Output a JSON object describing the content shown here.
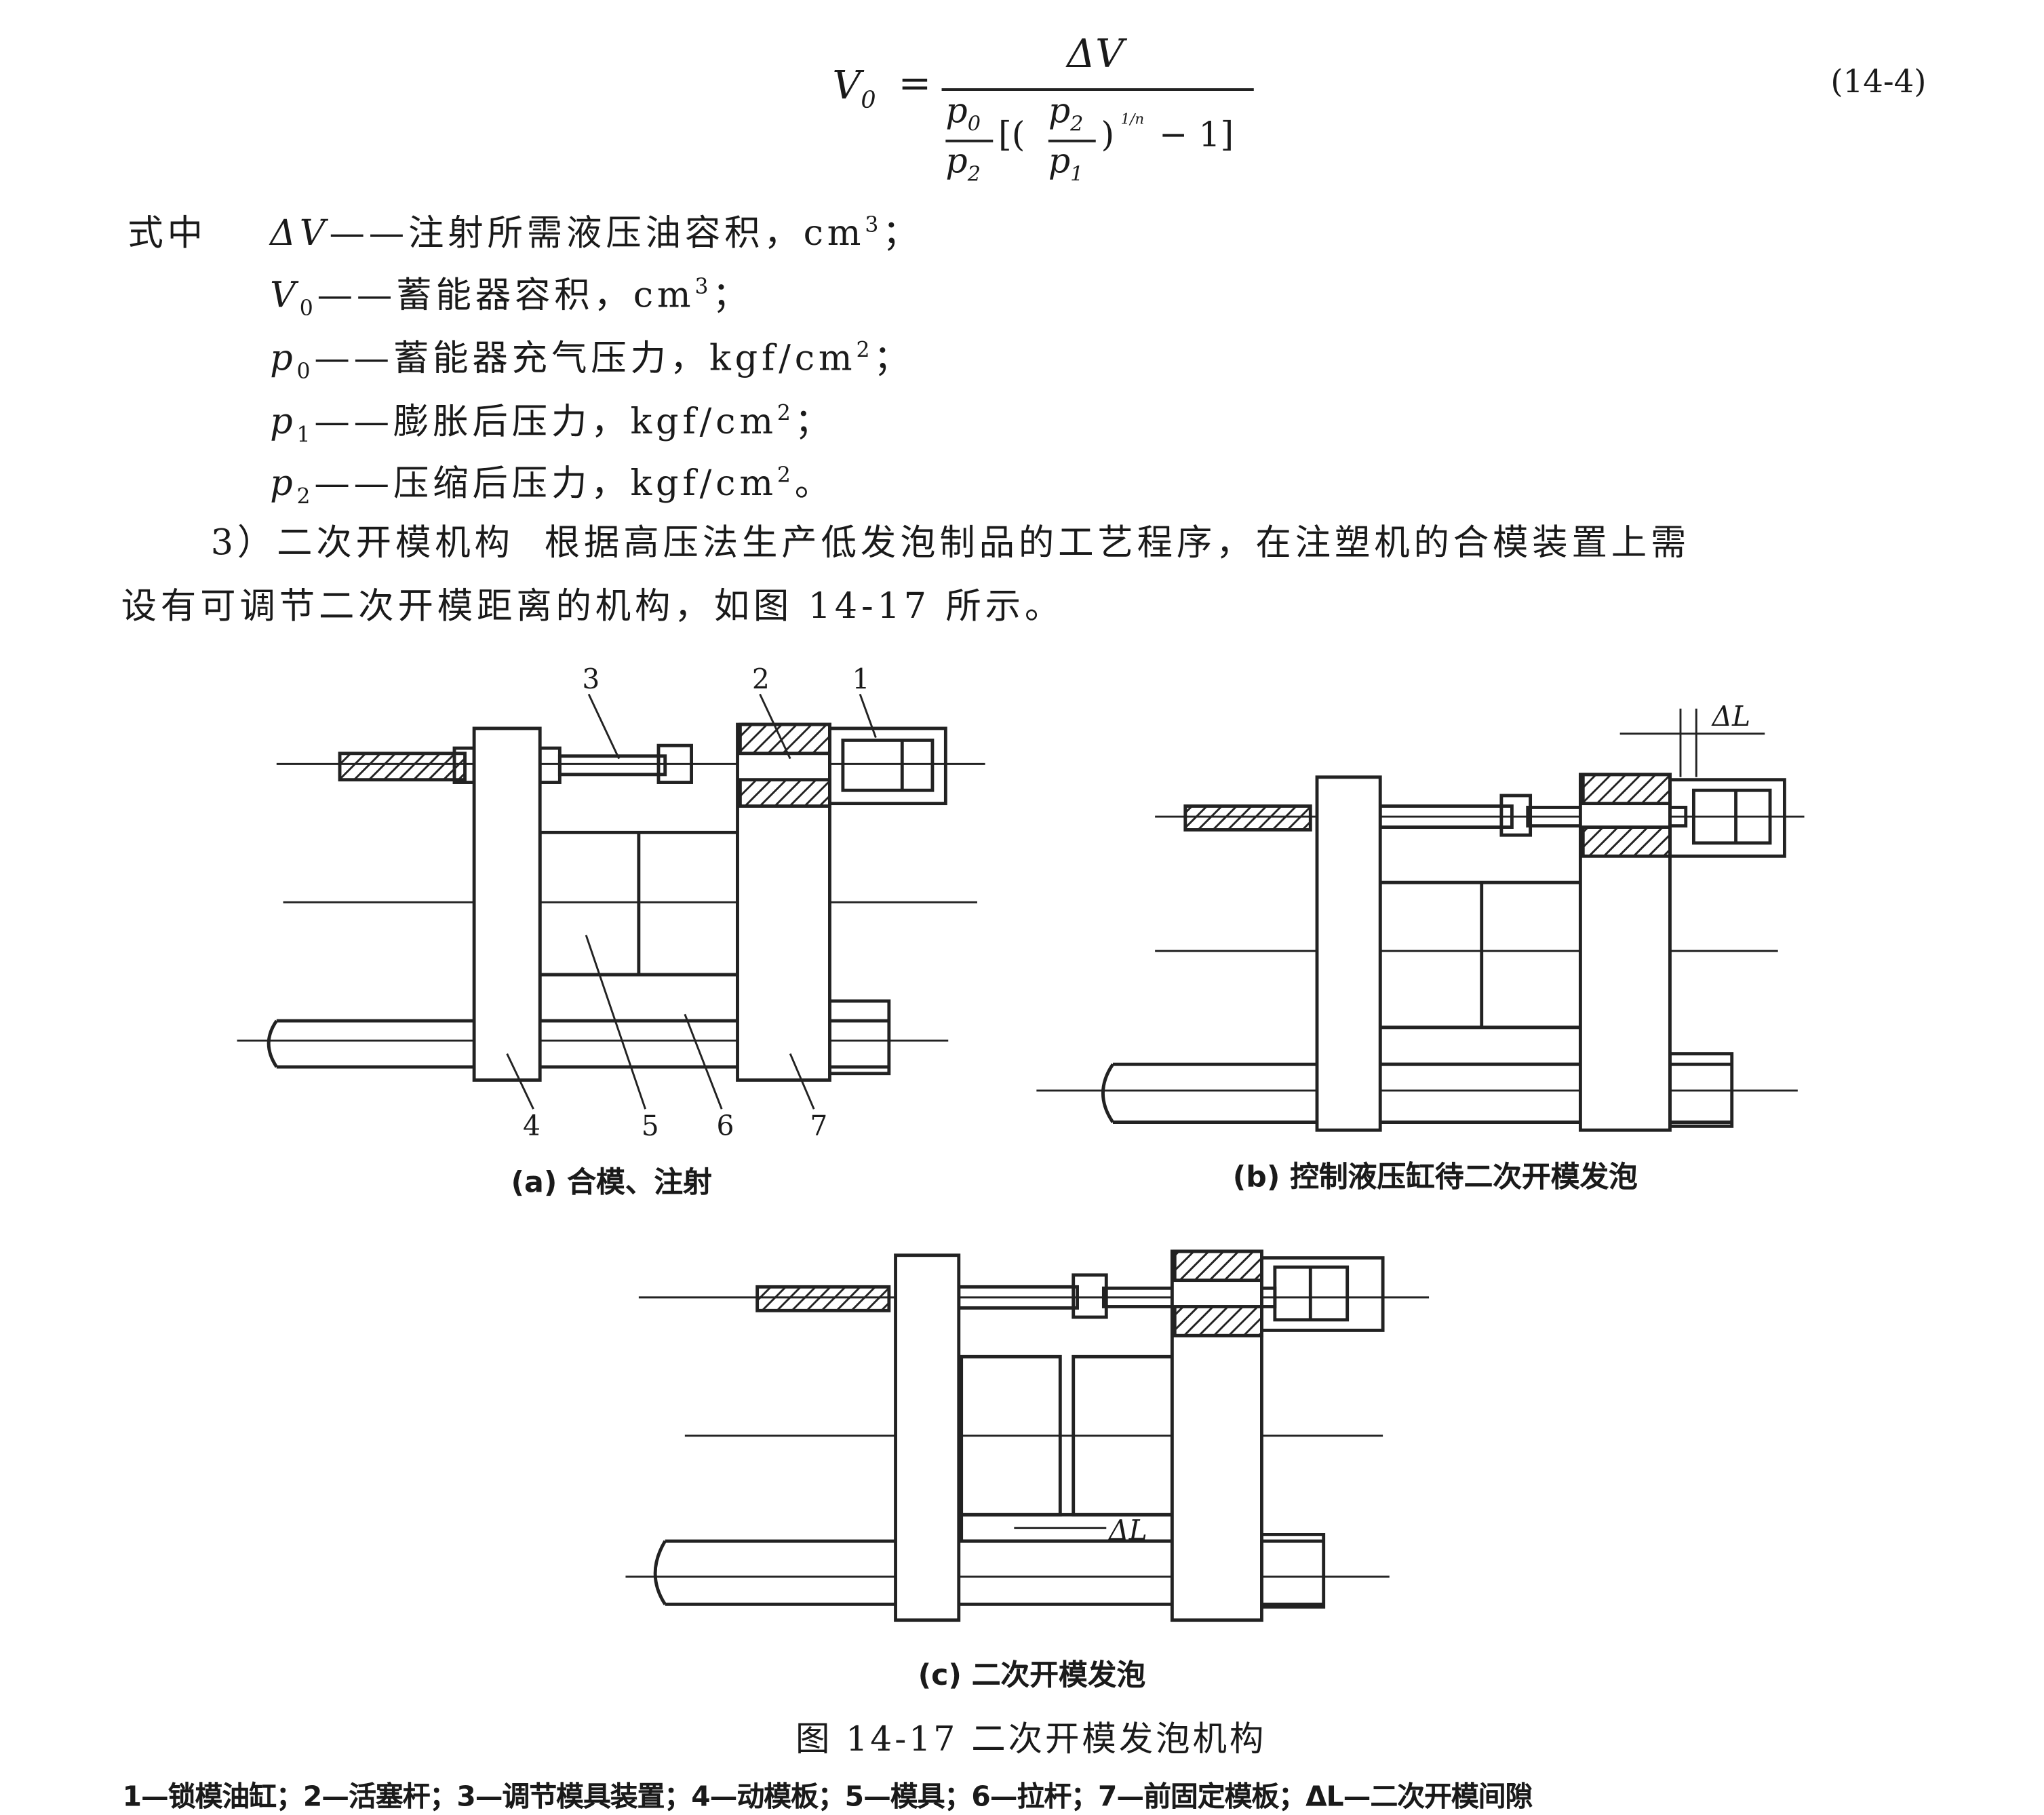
{
  "equation": {
    "lhs": "V",
    "lhs_sub": "0",
    "equals": "=",
    "numerator": "ΔV",
    "den_p0": "p",
    "den_p0_sub": "0",
    "den_p2": "p",
    "den_p2_sub": "2",
    "inner_num": "p",
    "inner_num_sub": "2",
    "inner_den": "p",
    "inner_den_sub": "1",
    "exponent": "1/n",
    "tail": "− 1]",
    "open": "[(",
    "close": ")",
    "number": "(14-4)"
  },
  "where_label": "式中",
  "definitions": [
    {
      "sym": "ΔV",
      "sub": "",
      "desc": "——注射所需液压油容积，cm",
      "sup": "3",
      "end": "；"
    },
    {
      "sym": "V",
      "sub": "0",
      "desc": "——蓄能器容积，cm",
      "sup": "3",
      "end": "；"
    },
    {
      "sym": "p",
      "sub": "0",
      "desc": "——蓄能器充气压力，kgf/cm",
      "sup": "2",
      "end": "；"
    },
    {
      "sym": "p",
      "sub": "1",
      "desc": "——膨胀后压力，kgf/cm",
      "sup": "2",
      "end": "；"
    },
    {
      "sym": "p",
      "sub": "2",
      "desc": "——压缩后压力，kgf/cm",
      "sup": "2",
      "end": "。"
    }
  ],
  "paragraph": {
    "heading": "3）二次开模机构",
    "line1": "根据高压法生产低发泡制品的工艺程序，在注塑机的合模装置上需",
    "line2": "设有可调节二次开模距离的机构，如图 14-17 所示。"
  },
  "figure": {
    "a": {
      "caption": "(a) 合模、注射",
      "labels": [
        "3",
        "2",
        "1",
        "4",
        "5",
        "6",
        "7"
      ]
    },
    "b": {
      "caption": "(b) 控制液压缸待二次开模发泡",
      "delta": "ΔL"
    },
    "c": {
      "caption": "(c) 二次开模发泡",
      "delta": "ΔL"
    },
    "title": "图 14-17   二次开模发泡机构",
    "legend": "1—锁模油缸；2—活塞杆；3—调节模具装置；4—动模板；5—模具；6—拉杆；7—前固定模板；ΔL—二次开模间隙"
  }
}
